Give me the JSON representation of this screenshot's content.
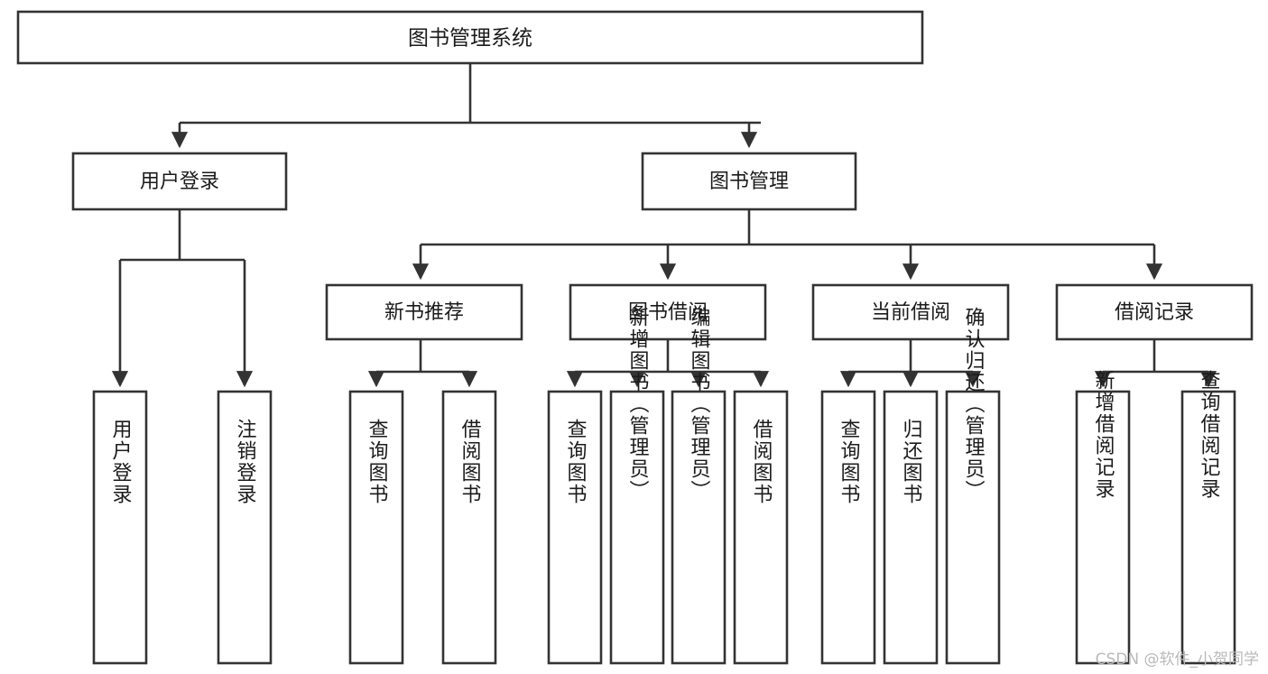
{
  "diagram": {
    "type": "tree",
    "title": "图书管理系统",
    "watermark": "CSDN @软件_小贺同学",
    "colors": {
      "stroke": "#333333",
      "fill": "#ffffff",
      "text": "#1b1b1b",
      "watermark": "#b9b9b9"
    },
    "root": {
      "label": "图书管理系统"
    },
    "level2": [
      {
        "label": "用户登录"
      },
      {
        "label": "图书管理"
      }
    ],
    "level3": [
      {
        "label": "新书推荐"
      },
      {
        "label": "图书借阅"
      },
      {
        "label": "当前借阅"
      },
      {
        "label": "借阅记录"
      }
    ],
    "leaves": {
      "user_login": [
        "用户登录",
        "注销登录"
      ],
      "new_book_recommend": [
        "查询图书",
        "借阅图书"
      ],
      "book_borrow": [
        "查询图书",
        "新增图书（管理员）",
        "编辑图书（管理员）",
        "借阅图书"
      ],
      "current_borrow": [
        "查询图书",
        "归还图书",
        "确认归还（管理员）"
      ],
      "borrow_record": [
        "新增借阅记录",
        "查询借阅记录"
      ]
    }
  }
}
